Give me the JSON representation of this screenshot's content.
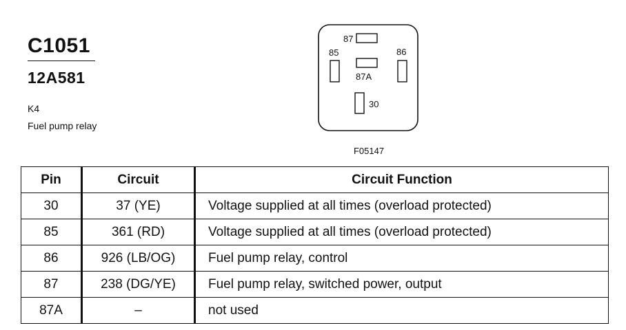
{
  "header": {
    "connector_id": "C1051",
    "part_number": "12A581",
    "component_code": "K4",
    "component_name": "Fuel pump relay"
  },
  "diagram": {
    "pins": [
      "87",
      "85",
      "86",
      "87A",
      "30"
    ],
    "figure_id": "F05147"
  },
  "table": {
    "headers": [
      "Pin",
      "Circuit",
      "Circuit Function"
    ],
    "rows": [
      {
        "pin": "30",
        "circuit": "37 (YE)",
        "function": "Voltage supplied at all times (overload protected)"
      },
      {
        "pin": "85",
        "circuit": "361 (RD)",
        "function": "Voltage supplied at all times (overload protected)"
      },
      {
        "pin": "86",
        "circuit": "926 (LB/OG)",
        "function": "Fuel pump relay, control"
      },
      {
        "pin": "87",
        "circuit": "238 (DG/YE)",
        "function": "Fuel pump relay, switched power, output"
      },
      {
        "pin": "87A",
        "circuit": "–",
        "function": "not used"
      }
    ]
  }
}
